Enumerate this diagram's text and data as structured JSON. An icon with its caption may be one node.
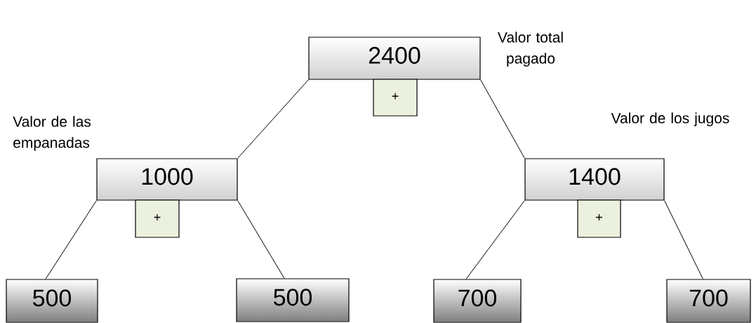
{
  "diagram": {
    "nodes": [
      {
        "text": [
          "2400"
        ],
        "beside": [
          "Valor total pagado"
        ]
      },
      {
        "text": [
          "+"
        ]
      },
      {
        "text": [
          "1000"
        ],
        "beside": [
          "Valor de las empanadas"
        ]
      },
      {
        "text": [
          "+"
        ]
      },
      {
        "text": [
          "1400"
        ],
        "beside": [
          "Valor de los jugos"
        ]
      },
      {
        "text": [
          "+"
        ]
      },
      {
        "text": [
          "500"
        ]
      },
      {
        "text": [
          "500"
        ]
      },
      {
        "text": [
          "700"
        ]
      },
      {
        "text": [
          "700"
        ]
      }
    ],
    "edges": [
      {
        "from": 0,
        "to": 2,
        "arrow": "none"
      },
      {
        "from": 0,
        "to": 4,
        "arrow": "none"
      },
      {
        "from": 2,
        "to": 6,
        "arrow": "none"
      },
      {
        "from": 2,
        "to": 7,
        "arrow": "none"
      },
      {
        "from": 4,
        "to": 8,
        "arrow": "none"
      },
      {
        "from": 4,
        "to": 9,
        "arrow": "none"
      }
    ]
  }
}
